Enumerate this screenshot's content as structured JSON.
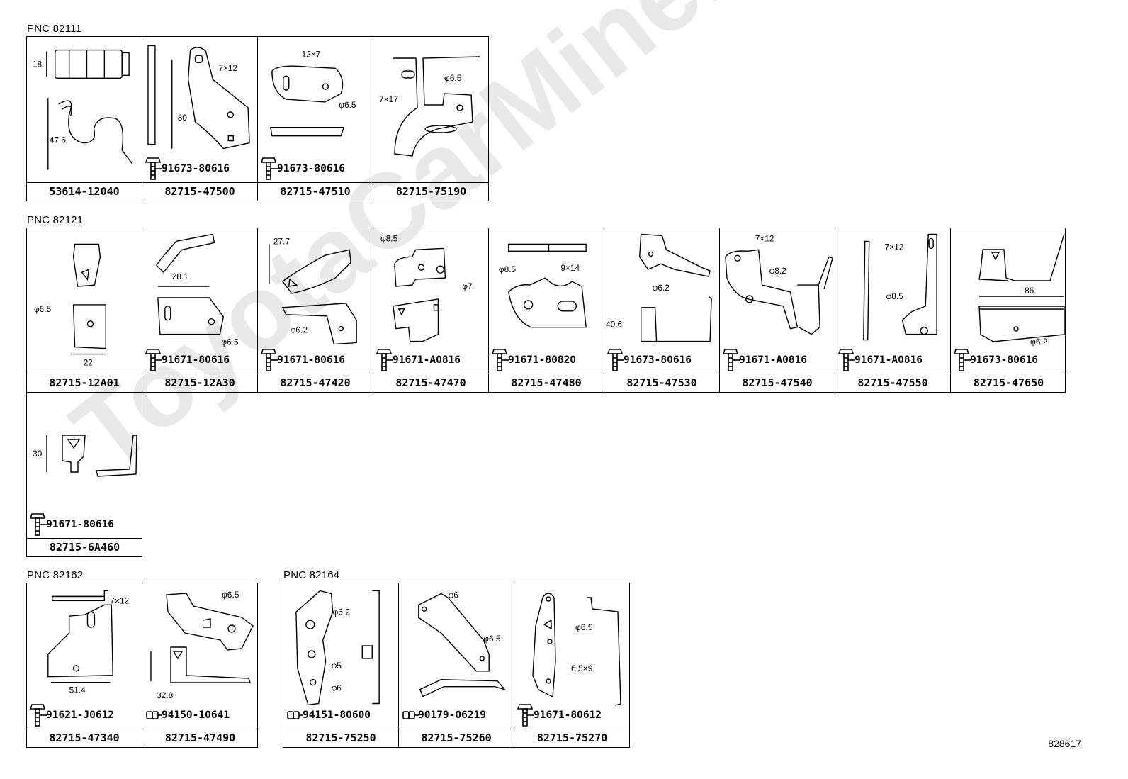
{
  "watermark": "ToyotaCarMine.ru",
  "groups": [
    {
      "label": "PNC 82111",
      "cells": [
        {
          "part": "53614-12040",
          "bolt": "",
          "dims": [
            "18",
            "47.6"
          ]
        },
        {
          "part": "82715-47500",
          "bolt": "91673-80616",
          "dims": [
            "7×12",
            "80"
          ]
        },
        {
          "part": "82715-47510",
          "bolt": "91673-80616",
          "dims": [
            "12×7",
            "φ6.5"
          ]
        },
        {
          "part": "82715-75190",
          "bolt": "",
          "dims": [
            "φ6.5",
            "7×17"
          ]
        }
      ]
    },
    {
      "label": "PNC 82121",
      "cells": [
        {
          "part": "82715-12A01",
          "bolt": "",
          "dims": [
            "φ6.5",
            "22"
          ]
        },
        {
          "part": "82715-12A30",
          "bolt": "91671-80616",
          "dims": [
            "28.1",
            "φ6.5"
          ]
        },
        {
          "part": "82715-47420",
          "bolt": "91671-80616",
          "dims": [
            "27.7",
            "φ6.2"
          ]
        },
        {
          "part": "82715-47470",
          "bolt": "91671-A0816",
          "dims": [
            "φ8.5",
            "φ7"
          ]
        },
        {
          "part": "82715-47480",
          "bolt": "91671-80820",
          "dims": [
            "φ8.5",
            "9×14"
          ]
        },
        {
          "part": "82715-47530",
          "bolt": "91673-80616",
          "dims": [
            "φ6.2",
            "40.6"
          ]
        },
        {
          "part": "82715-47540",
          "bolt": "91671-A0816",
          "dims": [
            "7×12",
            "φ8.2"
          ]
        },
        {
          "part": "82715-47550",
          "bolt": "91671-A0816",
          "dims": [
            "7×12",
            "φ8.5"
          ]
        },
        {
          "part": "82715-47650",
          "bolt": "91673-80616",
          "dims": [
            "86",
            "φ6.2"
          ]
        }
      ],
      "row2": [
        {
          "part": "82715-6A460",
          "bolt": "91671-80616",
          "dims": [
            "30"
          ]
        }
      ]
    },
    {
      "label": "PNC 82162",
      "cells": [
        {
          "part": "82715-47340",
          "bolt": "91621-J0612",
          "dims": [
            "7×12",
            "51.4"
          ]
        },
        {
          "part": "82715-47490",
          "bolt": "94150-10641",
          "dims": [
            "φ6.5",
            "32.8"
          ]
        }
      ]
    },
    {
      "label": "PNC 82164",
      "cells": [
        {
          "part": "82715-75250",
          "bolt": "94151-80600",
          "dims": [
            "φ6.2",
            "φ5",
            "φ6"
          ]
        },
        {
          "part": "82715-75260",
          "bolt": "90179-06219",
          "dims": [
            "φ6",
            "φ6.5"
          ]
        },
        {
          "part": "82715-75270",
          "bolt": "91671-80612",
          "dims": [
            "φ6.5",
            "6.5×9"
          ]
        }
      ]
    }
  ],
  "ref_number": "828617",
  "icons": {
    "flange_bolt": "flange-bolt-icon",
    "stud_nut": "stud-nut-icon"
  }
}
